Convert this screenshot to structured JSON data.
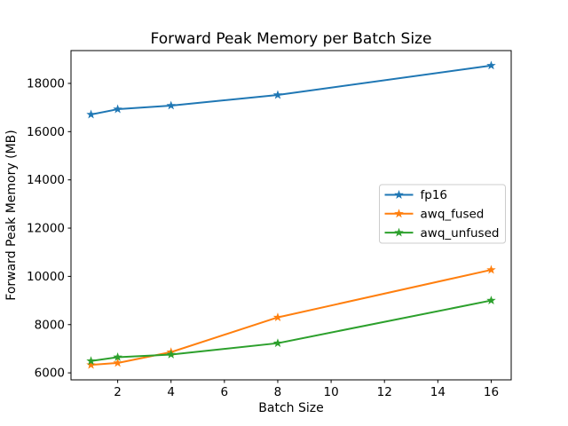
{
  "window": {
    "background": "#ffffff"
  },
  "chart_data": {
    "type": "line",
    "title": "Forward Peak Memory per Batch Size",
    "xlabel": "Batch Size",
    "ylabel": "Forward Peak Memory (MB)",
    "x": [
      1,
      2,
      4,
      8,
      16
    ],
    "series": [
      {
        "name": "fp16",
        "color": "#1f77b4",
        "marker": "star",
        "values": [
          16710,
          16930,
          17080,
          17520,
          18740
        ]
      },
      {
        "name": "awq_fused",
        "color": "#ff7f0e",
        "marker": "star",
        "values": [
          6330,
          6410,
          6860,
          8300,
          10270
        ]
      },
      {
        "name": "awq_unfused",
        "color": "#2ca02c",
        "marker": "star",
        "values": [
          6490,
          6650,
          6760,
          7230,
          9000
        ]
      }
    ],
    "xticks": [
      2,
      4,
      6,
      8,
      10,
      12,
      14,
      16
    ],
    "yticks": [
      6000,
      8000,
      10000,
      12000,
      14000,
      16000,
      18000
    ],
    "xlim": [
      0.25,
      16.75
    ],
    "ylim": [
      5710,
      19360
    ],
    "grid": false,
    "legend": {
      "position": "center-right",
      "entries": [
        "fp16",
        "awq_fused",
        "awq_unfused"
      ],
      "border_color": "#cccccc",
      "background": "#ffffff"
    },
    "axis_color": "#000000",
    "text_color": "#000000"
  }
}
